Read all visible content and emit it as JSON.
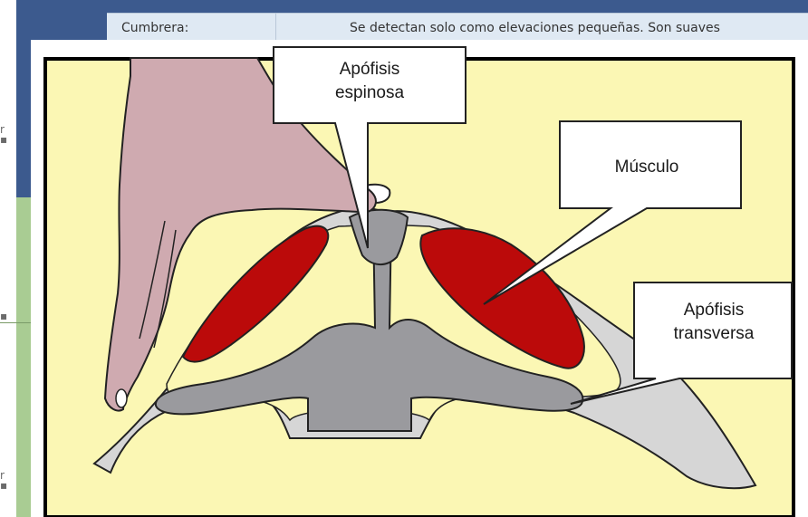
{
  "table": {
    "label": "Cumbrera:",
    "value": "Se detectan solo como elevaciones pequeñas. Son suaves"
  },
  "diagram": {
    "callouts": {
      "spinous_line1": "Apófisis",
      "spinous_line2": "espinosa",
      "muscle": "Músculo",
      "transverse_line1": "Apófisis",
      "transverse_line2": "transversa"
    }
  },
  "colors": {
    "background_fill": "#fbf7b4",
    "frame_blue": "#3c5a8e",
    "muscle_red": "#bb0a0a",
    "bone_gray": "#9a9a9e",
    "tissue_lightgray": "#d6d6d6",
    "hand_pink": "#cfaab0"
  }
}
